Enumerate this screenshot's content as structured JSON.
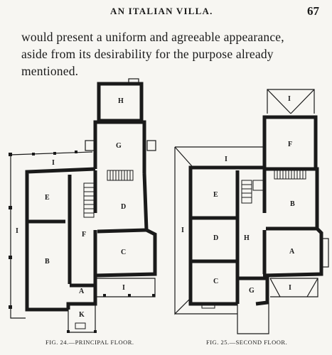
{
  "header": {
    "title": "AN ITALIAN VILLA.",
    "page_number": "67"
  },
  "body": {
    "lines": [
      "would present a uniform and agreeable appearance,",
      "aside from its desirability for the purpose already",
      "mentioned."
    ]
  },
  "figures": {
    "principal_floor": {
      "caption": "FIG. 24.—PRINCIPAL FLOOR.",
      "labels": {
        "A": "A",
        "B": "B",
        "C": "C",
        "D": "D",
        "E": "E",
        "F": "F",
        "G": "G",
        "H": "H",
        "I_top": "I",
        "I_left": "I",
        "I_bottom": "I",
        "K": "K"
      }
    },
    "second_floor": {
      "caption": "FIG. 25.—SECOND FLOOR.",
      "labels": {
        "A": "A",
        "B": "B",
        "C": "C",
        "D": "D",
        "E": "E",
        "F": "F",
        "G": "G",
        "H": "H",
        "I_top": "I",
        "I_upper": "I",
        "I_left": "I",
        "I_bottom": "I"
      }
    }
  }
}
